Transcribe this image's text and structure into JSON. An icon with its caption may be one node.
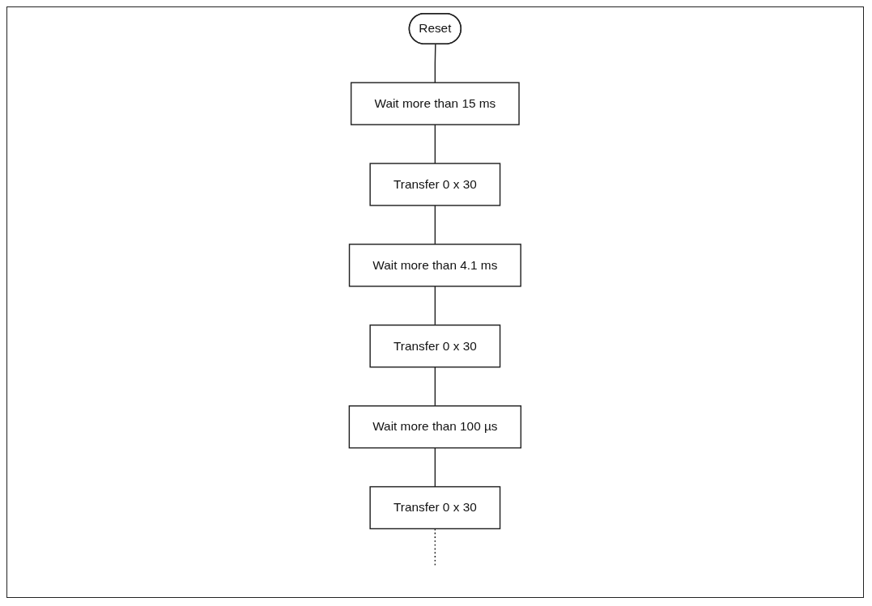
{
  "diagram": {
    "nodes": [
      {
        "text": [
          "Reset"
        ]
      },
      {
        "text": [
          "Wait more than 15 ms"
        ]
      },
      {
        "text": [
          "Transfer 0 x 30"
        ]
      },
      {
        "text": [
          "Wait more than 4.1 ms"
        ]
      },
      {
        "text": [
          "Transfer 0 x 30"
        ]
      },
      {
        "text": [
          "Wait more than 100 µs"
        ]
      },
      {
        "text": [
          "Transfer 0 x 30"
        ]
      }
    ],
    "edges": [
      {
        "from": 0,
        "to": 1,
        "arrow": "none"
      },
      {
        "from": 1,
        "to": 2,
        "arrow": "none"
      },
      {
        "from": 2,
        "to": 3,
        "arrow": "none"
      },
      {
        "from": 3,
        "to": 4,
        "arrow": "none"
      },
      {
        "from": 4,
        "to": 5,
        "arrow": "none"
      },
      {
        "from": 5,
        "to": 6,
        "arrow": "none"
      },
      {
        "from": 6,
        "to": null,
        "arrow": "none",
        "style": "dashed"
      }
    ]
  }
}
